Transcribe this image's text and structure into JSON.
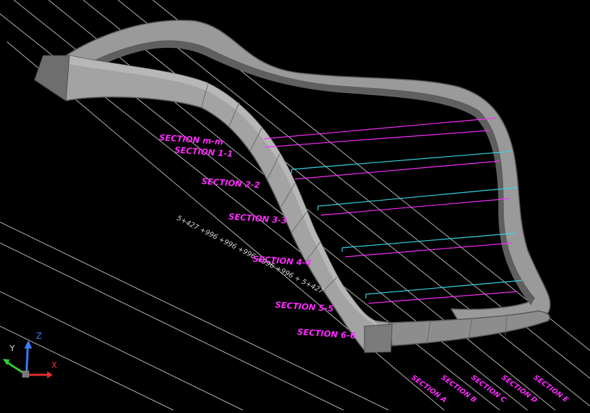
{
  "colors": {
    "background": "#000000",
    "section_magenta": "#ff2bff",
    "section_cyan": "#35d7e6",
    "model_face": "#8c8c8c",
    "grid_white": "#d9d9d9"
  },
  "section_labels": [
    {
      "id": "section-m-m",
      "text": "SECTION m-m"
    },
    {
      "id": "section-1-1",
      "text": "SECTION 1-1"
    },
    {
      "id": "section-2-2",
      "text": "SECTION 2-2"
    },
    {
      "id": "section-3-3",
      "text": "SECTION 3-3"
    },
    {
      "id": "section-4-4",
      "text": "SECTION 4-4"
    },
    {
      "id": "section-5-5",
      "text": "SECTION 5-5"
    },
    {
      "id": "section-6-6",
      "text": "SECTION 6-6"
    }
  ],
  "rotated_labels": [
    {
      "id": "section-a",
      "text": "SECTION A"
    },
    {
      "id": "section-b",
      "text": "SECTION B"
    },
    {
      "id": "section-c",
      "text": "SECTION C"
    },
    {
      "id": "section-d",
      "text": "SECTION D"
    },
    {
      "id": "section-e",
      "text": "SECTION E"
    }
  ],
  "dimension_text": "5+427 +996 +996 +996 +996 +996 + 5+427",
  "ucs": {
    "x": "X",
    "y": "Y",
    "z": "Z",
    "icon": "ucs-axis-icon"
  }
}
